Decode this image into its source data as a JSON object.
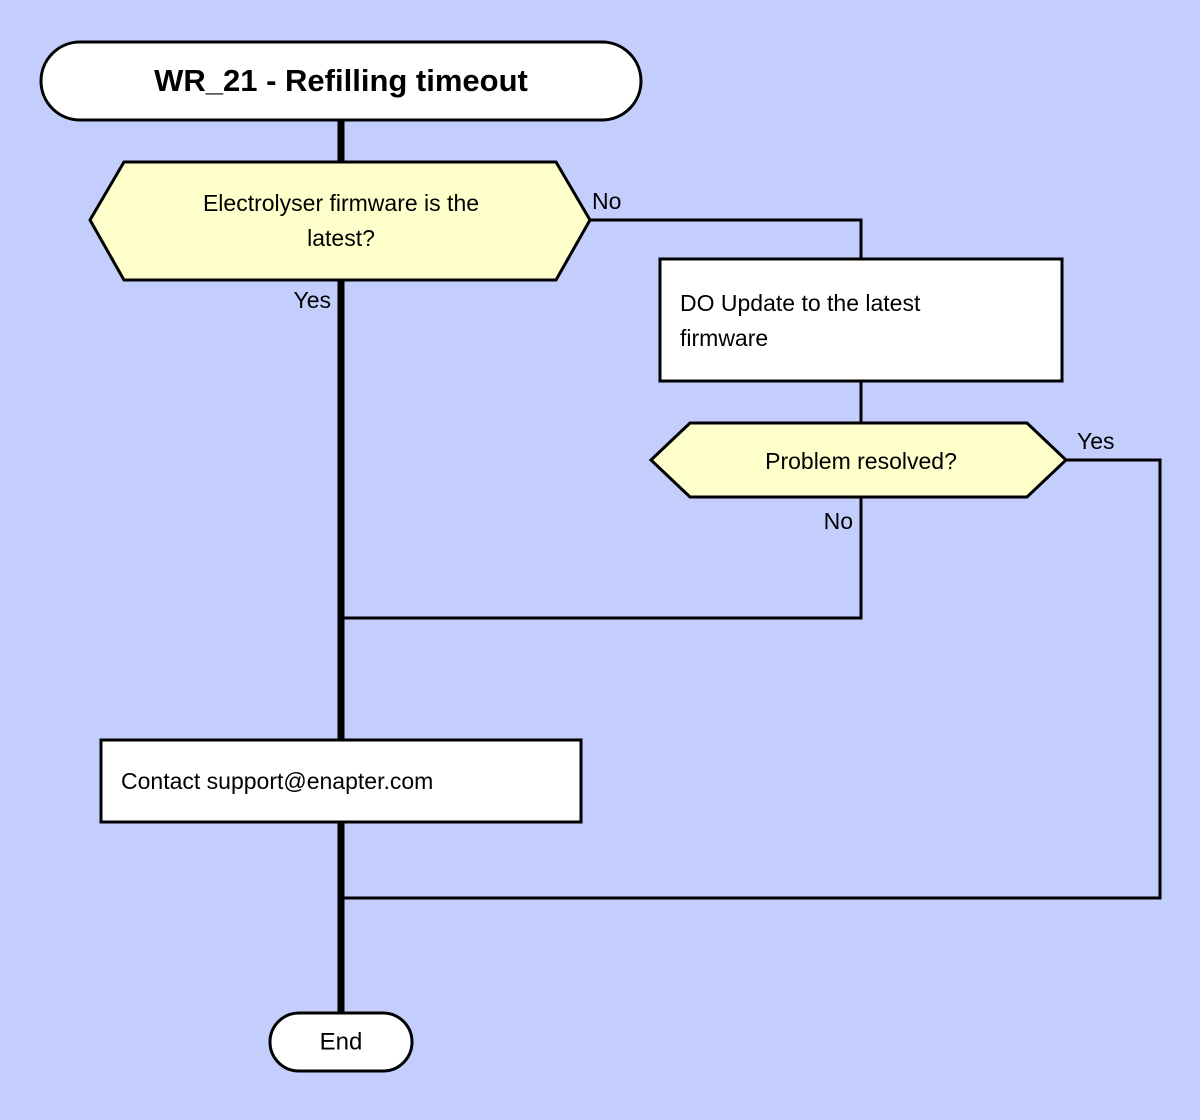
{
  "diagram": {
    "title": "WR_21 - Refilling timeout",
    "background_color": "#c3cefc",
    "decision_fill": "#ffffcc",
    "process_fill": "#ffffff",
    "line_color": "#000000",
    "nodes": {
      "start": {
        "type": "terminal",
        "label": "WR_21 - Refilling timeout"
      },
      "decision_firmware": {
        "type": "decision",
        "line1": "Electrolyser firmware is the",
        "line2": "latest?"
      },
      "process_update": {
        "type": "process",
        "line1": "DO Update to the latest",
        "line2": "firmware"
      },
      "decision_resolved": {
        "type": "decision",
        "line1": "Problem resolved?"
      },
      "process_contact": {
        "type": "process",
        "line1": "Contact support@enapter.com"
      },
      "end": {
        "type": "terminal",
        "label": "End"
      }
    },
    "edges": {
      "firmware_no": "No",
      "firmware_yes": "Yes",
      "resolved_yes": "Yes",
      "resolved_no": "No"
    }
  }
}
